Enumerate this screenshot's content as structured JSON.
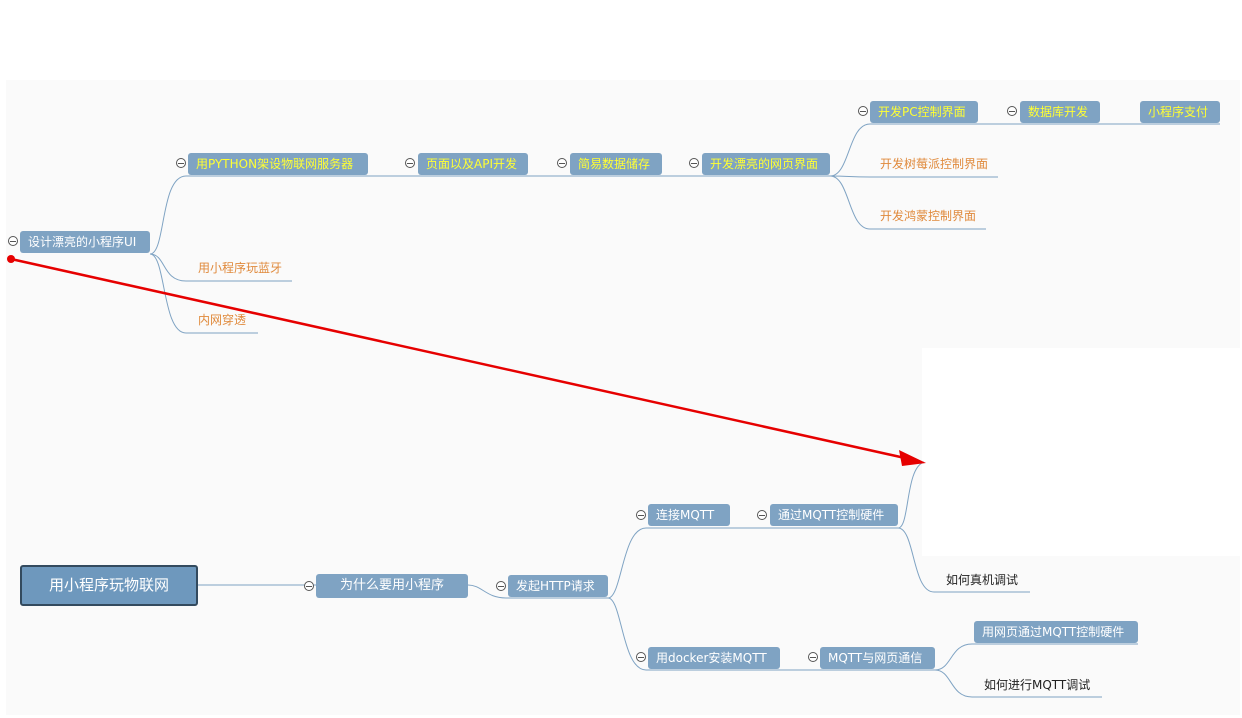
{
  "root": {
    "label": "用小程序玩物联网"
  },
  "nodes": {
    "n1": "为什么要用小程序",
    "n2": "发起HTTP请求",
    "n3": "连接MQTT",
    "n4": "通过MQTT控制硬件",
    "n5": "如何真机调试",
    "n6": "用docker安装MQTT",
    "n7": "MQTT与网页通信",
    "n8": "用网页通过MQTT控制硬件",
    "n9": "如何进行MQTT调试",
    "n10": "设计漂亮的小程序UI",
    "n11": "用PYTHON架设物联网服务器",
    "n12": "页面以及API开发",
    "n13": "简易数据储存",
    "n14": "开发漂亮的网页界面",
    "n15": "开发PC控制界面",
    "n16": "数据库开发",
    "n17": "小程序支付",
    "n18": "开发树莓派控制界面",
    "n19": "开发鸿蒙控制界面",
    "n20": "用小程序玩蓝牙",
    "n21": "内网穿透"
  },
  "colors": {
    "node_fill": "#7fa3c3",
    "root_fill": "#6e98bd",
    "root_border": "#334a5e",
    "link": "#7fa3c3",
    "highlight_text": "#ffff33",
    "plain_text": "#e08a3c",
    "arrow": "#e60000"
  }
}
